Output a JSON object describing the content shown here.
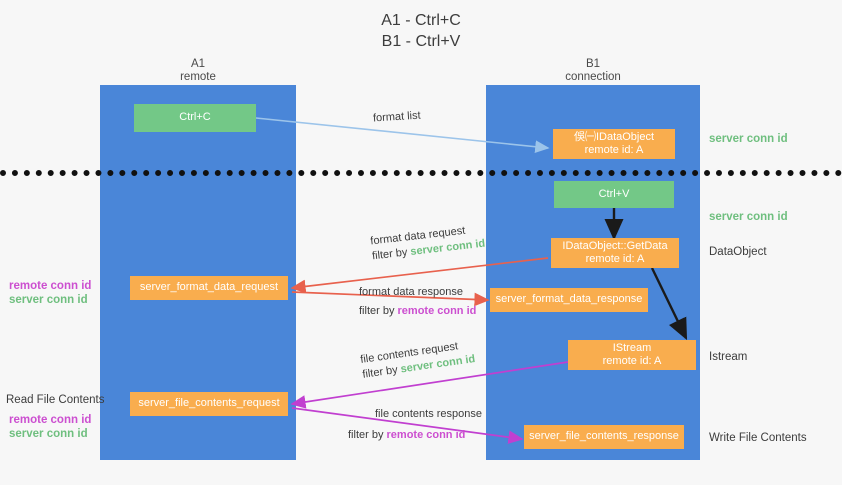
{
  "title": {
    "line1": "A1 - Ctrl+C",
    "line2": "B1 - Ctrl+V"
  },
  "columns": [
    {
      "name": "A1",
      "role": "remote"
    },
    {
      "name": "B1",
      "role": "connection"
    }
  ],
  "colors": {
    "lane": "#4a86d8",
    "green_node": "#73c887",
    "orange_node": "#f9ad4e",
    "server_conn_id": "#6fbf7f",
    "remote_conn_id": "#cc4fd0",
    "arrow_format_list": "#9cc4ea",
    "arrow_format_data": "#e8614d",
    "arrow_file_contents": "#c13fd0",
    "arrow_internal": "#1a1a1a",
    "divider": "#111111",
    "background": "#f7f7f7"
  },
  "nodes": [
    {
      "id": "ctrl-c",
      "label": "Ctrl+C",
      "sub": "",
      "kind": "green",
      "lane": "A1"
    },
    {
      "id": "clipboard-idataobject",
      "label": "俁㈠IDataObject",
      "sub": "remote id: A",
      "kind": "orange",
      "lane": "B1"
    },
    {
      "id": "ctrl-v",
      "label": "Ctrl+V",
      "sub": "",
      "kind": "green",
      "lane": "B1"
    },
    {
      "id": "idataobject-getdata",
      "label": "IDataObject::GetData",
      "sub": "remote id: A",
      "kind": "orange",
      "lane": "B1"
    },
    {
      "id": "server-format-data-request",
      "label": "server_format_data_request",
      "sub": "",
      "kind": "orange",
      "lane": "A1"
    },
    {
      "id": "server-format-data-response",
      "label": "server_format_data_response",
      "sub": "",
      "kind": "orange",
      "lane": "B1"
    },
    {
      "id": "istream",
      "label": "IStream",
      "sub": "remote id: A",
      "kind": "orange",
      "lane": "B1"
    },
    {
      "id": "server-file-contents-request",
      "label": "server_file_contents_request",
      "sub": "",
      "kind": "orange",
      "lane": "A1"
    },
    {
      "id": "server-file-contents-response",
      "label": "server_file_contents_response",
      "sub": "",
      "kind": "orange",
      "lane": "B1"
    }
  ],
  "edges": [
    {
      "id": "format-list",
      "line1": "format list",
      "prefix": "",
      "conn": "",
      "color": "#9cc4ea"
    },
    {
      "id": "format-data-request",
      "line1": "format data request",
      "prefix": "filter by ",
      "conn": "server conn id",
      "conn_kind": "server",
      "color": "#e8614d"
    },
    {
      "id": "format-data-response",
      "line1": "format data response",
      "prefix": "filter by ",
      "conn": "remote conn id",
      "conn_kind": "remote",
      "color": "#e8614d"
    },
    {
      "id": "file-contents-request",
      "line1": "file contents request",
      "prefix": "filter by ",
      "conn": "server conn id",
      "conn_kind": "server",
      "color": "#c13fd0"
    },
    {
      "id": "file-contents-response",
      "line1": "file contents response",
      "prefix": "filter by ",
      "conn": "remote conn id",
      "conn_kind": "remote",
      "color": "#c13fd0"
    }
  ],
  "right_labels": [
    {
      "id": "right-server-conn-id-1",
      "text": "server conn id",
      "kind": "server"
    },
    {
      "id": "right-server-conn-id-2",
      "text": "server conn id",
      "kind": "server"
    },
    {
      "id": "right-dataobject",
      "text": "DataObject",
      "kind": "plain"
    },
    {
      "id": "right-istream",
      "text": "Istream",
      "kind": "plain"
    },
    {
      "id": "right-write-file-contents",
      "text": "Write File Contents",
      "kind": "plain"
    }
  ],
  "left_labels": [
    {
      "id": "left-remote-conn-id-1",
      "text": "remote conn id",
      "kind": "remote"
    },
    {
      "id": "left-server-conn-id-1",
      "text": "server conn id",
      "kind": "server"
    },
    {
      "id": "left-read-file-contents",
      "text": "Read File Contents",
      "kind": "plain"
    },
    {
      "id": "left-remote-conn-id-2",
      "text": "remote conn id",
      "kind": "remote"
    },
    {
      "id": "left-server-conn-id-2",
      "text": "server conn id",
      "kind": "server"
    }
  ]
}
